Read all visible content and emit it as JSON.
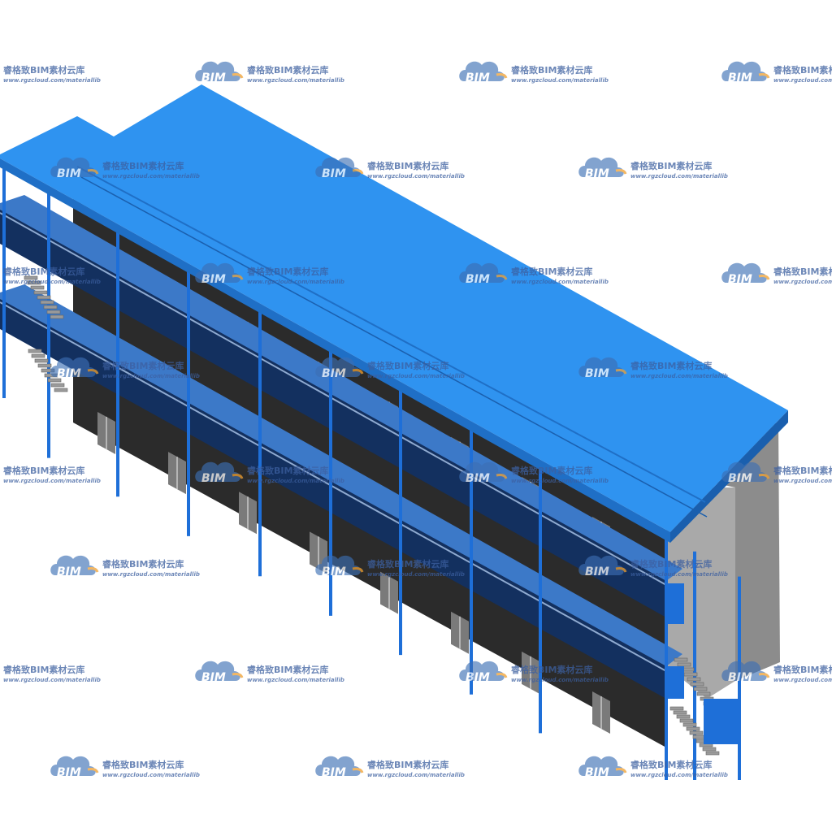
{
  "image": {
    "subject": "building-model",
    "colors": {
      "roof": "#2f93f0",
      "roof_edge": "#1f6fc6",
      "wall": "#2b2b2b",
      "wall_side": "#8c8c8c",
      "corridor": "#13305f",
      "column": "#1e6fd8",
      "window": "#7a7a7a",
      "stair": "#9a9a9a"
    }
  },
  "watermark": {
    "brand": "睿格致BIM素材云库",
    "url": "www.rgzcloud.com/materiallib",
    "logo_text": "BIM",
    "colors": {
      "cloud": "#3c6fb4",
      "accent": "#f0a030",
      "text": "#3c5fa0"
    }
  }
}
